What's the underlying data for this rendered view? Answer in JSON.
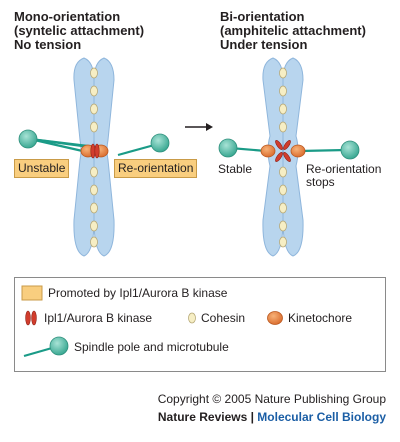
{
  "left_panel": {
    "title_lines": [
      "Mono-orientation",
      "(syntelic attachment)",
      "No tension"
    ],
    "label_unstable": "Unstable",
    "label_reorientation": "Re-orientation"
  },
  "right_panel": {
    "title_lines": [
      "Bi-orientation",
      "(amphitelic attachment)",
      "Under tension"
    ],
    "label_stable": "Stable",
    "label_stops_lines": [
      "Re-orientation",
      "stops"
    ]
  },
  "legend": {
    "promoted": "Promoted by Ipl1/Aurora B kinase",
    "kinase": "Ipl1/Aurora B kinase",
    "cohesin": "Cohesin",
    "kinetochore": "Kinetochore",
    "spindle": "Spindle pole and microtubule"
  },
  "footer": {
    "copyright": "Copyright © 2005 Nature Publishing Group",
    "journal": "Nature Reviews",
    "separator": " | ",
    "journal_sub": "Molecular Cell Biology"
  },
  "colors": {
    "chromatid": "#b8d5ee",
    "chromatid_stroke": "#8fb6dc",
    "cohesin": "#f6eec4",
    "kinetochore": "#e8823a",
    "kinase": "#d13d2d",
    "spindle_pole": "#4db8a3",
    "microtubule": "#1a9b87",
    "highlight_box": "#f9ce7f"
  }
}
